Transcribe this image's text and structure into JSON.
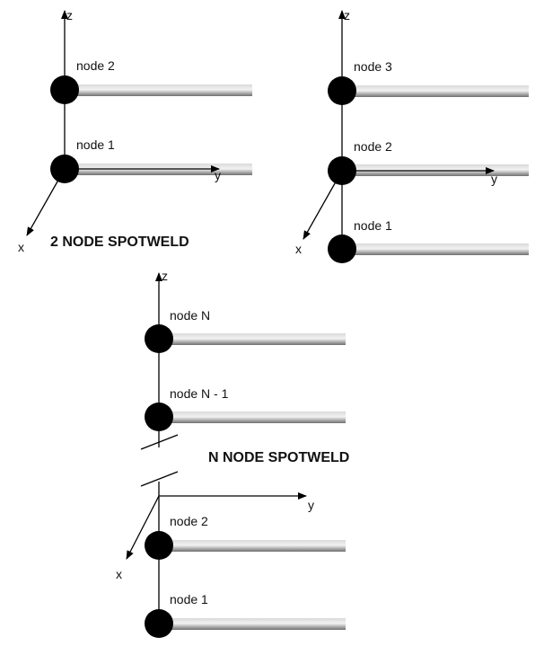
{
  "diagrams": {
    "two_node": {
      "title": "2 NODE SPOTWELD",
      "axes": {
        "z": "z",
        "y": "y",
        "x": "x"
      },
      "nodes": [
        "node 2",
        "node 1"
      ]
    },
    "three_node": {
      "axes": {
        "z": "z",
        "y": "y",
        "x": "x"
      },
      "nodes": [
        "node 3",
        "node 2",
        "node 1"
      ]
    },
    "n_node": {
      "title": "N NODE SPOTWELD",
      "axes": {
        "z": "z",
        "y": "y",
        "x": "x"
      },
      "nodes": [
        "node N",
        "node N - 1",
        "node 2",
        "node 1"
      ]
    }
  },
  "colors": {
    "beam_light": "#e8e8e8",
    "beam_dark": "#6e6e6e",
    "line": "#000000"
  }
}
